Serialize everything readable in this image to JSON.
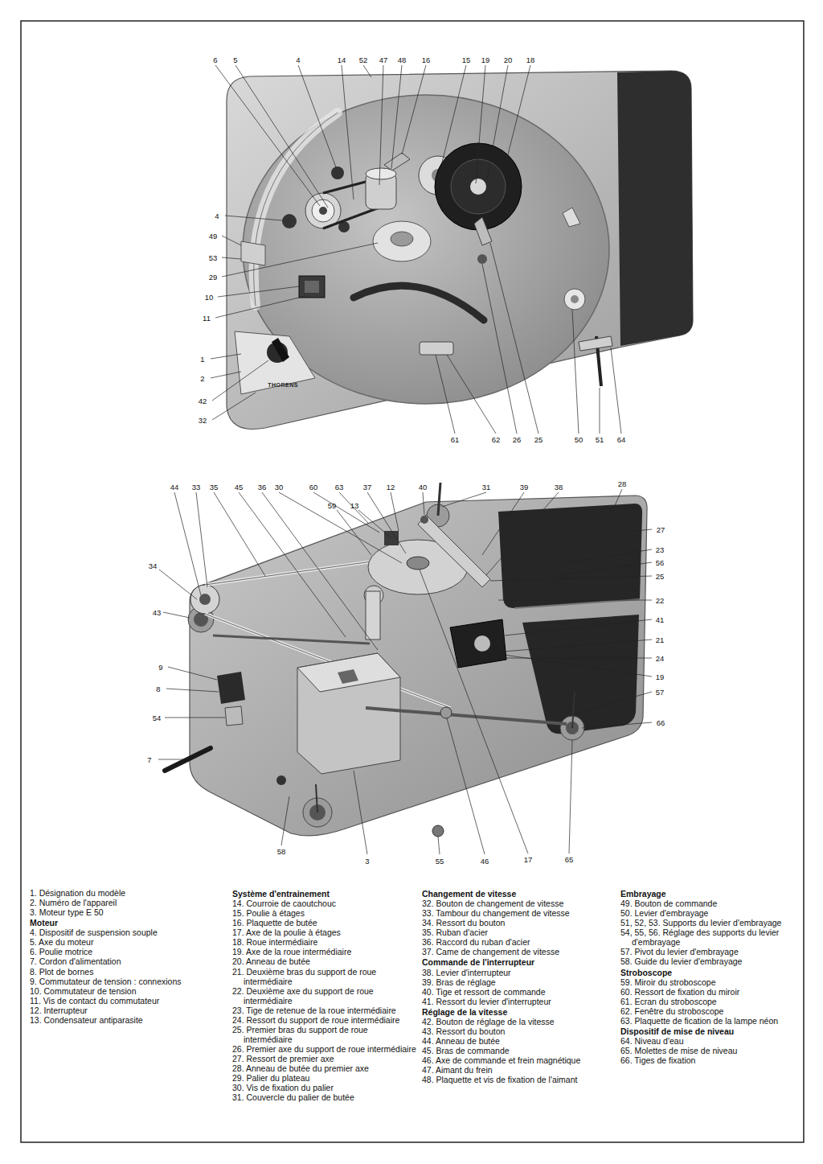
{
  "diagram": {
    "labels": [
      "6",
      "5",
      "4",
      "14",
      "52",
      "47",
      "48",
      "16",
      "15",
      "19",
      "20",
      "18",
      "4",
      "49",
      "53",
      "29",
      "10",
      "11",
      "1",
      "2",
      "42",
      "32",
      "61",
      "62",
      "26",
      "25",
      "50",
      "51",
      "64",
      "THORENS",
      "44",
      "33",
      "35",
      "45",
      "36",
      "30",
      "60",
      "63",
      "37",
      "12",
      "40",
      "31",
      "39",
      "38",
      "28",
      "59",
      "13",
      "34",
      "43",
      "9",
      "8",
      "54",
      "7",
      "27",
      "23",
      "56",
      "25",
      "22",
      "41",
      "21",
      "24",
      "19",
      "57",
      "66",
      "58",
      "3",
      "55",
      "46",
      "17",
      "65",
      "1. Désignation du modèle",
      "2. Numéro de l'appareil",
      "3. Moteur type E 50",
      "Moteur",
      "4. Dispositif de suspension souple",
      "5. Axe du moteur",
      "6. Poulie motrice",
      "7. Cordon d'alimentation",
      "8. Plot de bornes",
      "9. Commutateur de tension : connexions",
      "10. Commutateur de tension",
      "11. Vis de contact du commutateur",
      "12. Interrupteur",
      "13. Condensateur antiparasite",
      "Système d'entrainement",
      "14. Courroie de caoutchouc",
      "15. Poulie à étages",
      "16. Plaquette de butée",
      "17. Axe de la poulie à étages",
      "18. Roue intermédiaire",
      "19. Axe de la roue intermédiaire",
      "20. Anneau de butée",
      "21. Deuxième bras du support de roue intermédiaire",
      "22. Deuxième axe du support de roue intermédiaire",
      "23. Tige de retenue de la roue intermédiaire",
      "24. Ressort du support de roue intermédiaire",
      "25. Premier bras du support de roue intermédiaire",
      "26. Premier axe du support de roue intermédiaire",
      "27. Ressort de premier axe",
      "28. Anneau de butée du premier axe",
      "29. Palier du plateau",
      "30. Vis de fixation du palier",
      "31. Couvercle du palier de butée",
      "Changement de vitesse",
      "32. Bouton de changement de vitesse",
      "33. Tambour du changement de vitesse",
      "34. Ressort du bouton",
      "35. Ruban d'acier",
      "36. Raccord du ruban d'acier",
      "37. Came de changement de vitesse",
      "Commande de l'interrupteur",
      "38. Levier d'interrupteur",
      "39. Bras de réglage",
      "40. Tige et ressort de commande",
      "41. Ressort du levier d'interrupteur",
      "Réglage de la vitesse",
      "42. Bouton de réglage de la vitesse",
      "43. Ressort du bouton",
      "44. Anneau de butée",
      "45. Bras de commande",
      "46. Axe de commande et frein magnétique",
      "47. Aimant du frein",
      "48. Plaquette et vis de fixation de l'aimant",
      "Embrayage",
      "49. Bouton de commande",
      "50. Levier d'embrayage",
      "51, 52, 53. Supports du levier d'embrayage",
      "54, 55, 56. Réglage des supports du levier d'embrayage",
      "57. Pivot du levier d'embrayage",
      "58. Guide du levier d'embrayage",
      "Stroboscope",
      "59. Miroir du stroboscope",
      "60. Ressort de fixation du miroir",
      "61. Ecran du stroboscope",
      "62. Fenêtre du stroboscope",
      "63. Plaquette de fication de la lampe néon",
      "Dispositif de mise de niveau",
      "64. Niveau d'eau",
      "65. Molettes de mise de niveau",
      "66. Tiges de fixation"
    ]
  }
}
